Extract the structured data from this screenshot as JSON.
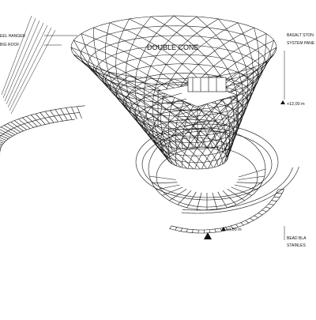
{
  "labels": {
    "cone_title": "DOUBLE CONE",
    "hanger_line1": "EEL HANGER",
    "hanger_line2": "BIG ROOF",
    "basalt_line1": "BASALT STON",
    "basalt_line2": "SYSTEM PANE",
    "bead_line1": "BEAD BLA",
    "bead_line2": "STAINLES"
  },
  "levels": {
    "upper": "+12,00 m",
    "ground": "+0,00 m"
  },
  "colors": {
    "ink": "#111111",
    "background": "#ffffff"
  }
}
